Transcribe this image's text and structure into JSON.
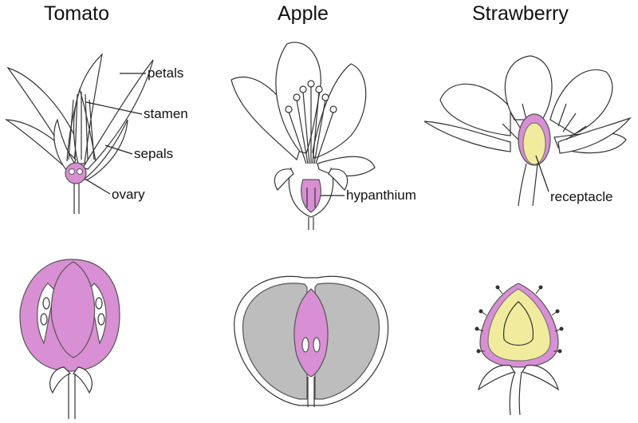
{
  "titles": {
    "tomato": "Tomato",
    "apple": "Apple",
    "strawberry": "Strawberry"
  },
  "labels": {
    "petals": "petals",
    "stamen": "stamen",
    "sepals": "sepals",
    "ovary": "ovary",
    "hypanthium": "hypanthium",
    "receptacle": "receptacle"
  },
  "colors": {
    "ovary_pink": "#d98fd4",
    "apple_flesh_gray": "#bdbdbd",
    "receptacle_yellow": "#f1ec9d",
    "line": "#222222"
  }
}
